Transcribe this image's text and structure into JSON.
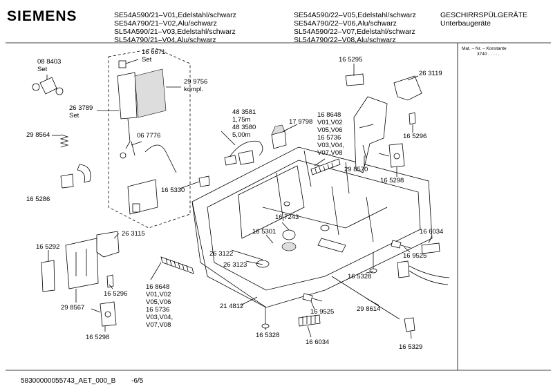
{
  "header": {
    "logo": "SIEMENS",
    "models_left": [
      "SE54A590/21–V01,Edelstahl/schwarz",
      "SE54A790/21–V02,Alu/schwarz",
      "SL54A590/21–V03,Edelstahl/schwarz",
      "SL54A790/21–V04,Alu/schwarz"
    ],
    "models_right": [
      "SE54A590/22–V05,Edelstahl/schwarz",
      "SE54A790/22–V06,Alu/schwarz",
      "SL54A590/22–V07,Edelstahl/schwarz",
      "SL54A790/22–V08,Alu/schwarz"
    ],
    "category": [
      "GESCHIRRSPÜLGERÄTE",
      "Unterbaugeräte"
    ]
  },
  "sidebar": {
    "line1": "Mat. – Nr. – Konstante",
    "line2": "3740  .   .   .   .   ."
  },
  "labels": [
    {
      "id": "p088403",
      "lines": [
        "08 8403",
        "Set"
      ]
    },
    {
      "id": "p166671",
      "lines": [
        "16 6671",
        "Set"
      ]
    },
    {
      "id": "p299756",
      "lines": [
        "29 9756",
        "kompl."
      ]
    },
    {
      "id": "p263789",
      "lines": [
        "26 3789",
        "Set"
      ]
    },
    {
      "id": "p067776",
      "lines": [
        "06 7776"
      ]
    },
    {
      "id": "p298564",
      "lines": [
        "29 8564"
      ]
    },
    {
      "id": "p165286",
      "lines": [
        "16 5286"
      ]
    },
    {
      "id": "p483581",
      "lines": [
        "48 3581",
        "1,75m",
        "48 3580",
        "5,00m"
      ]
    },
    {
      "id": "p179798",
      "lines": [
        "17 9798"
      ]
    },
    {
      "id": "p165330",
      "lines": [
        "16 5330"
      ]
    },
    {
      "id": "p165295",
      "lines": [
        "16 5295"
      ]
    },
    {
      "id": "p263119",
      "lines": [
        "26 3119"
      ]
    },
    {
      "id": "p168648a",
      "lines": [
        "16 8648",
        "V01,V02",
        "V05,V06",
        "16 5736",
        "V03,V04,",
        "V07,V08"
      ]
    },
    {
      "id": "p165296a",
      "lines": [
        "16 5296"
      ]
    },
    {
      "id": "p298570",
      "lines": [
        "29 8570"
      ]
    },
    {
      "id": "p165298a",
      "lines": [
        "16 5298"
      ]
    },
    {
      "id": "p167243",
      "lines": [
        "16 7243"
      ]
    },
    {
      "id": "p165301",
      "lines": [
        "16 5301"
      ]
    },
    {
      "id": "p263122",
      "lines": [
        "26 3122"
      ]
    },
    {
      "id": "p263123",
      "lines": [
        "26 3123"
      ]
    },
    {
      "id": "p165292",
      "lines": [
        "16 5292"
      ]
    },
    {
      "id": "p263115",
      "lines": [
        "26 3115"
      ]
    },
    {
      "id": "p165296b",
      "lines": [
        "16 5296"
      ]
    },
    {
      "id": "p298567",
      "lines": [
        "29 8567"
      ]
    },
    {
      "id": "p165298b",
      "lines": [
        "16 5298"
      ]
    },
    {
      "id": "p168648b",
      "lines": [
        "16 8648",
        "V01,V02",
        "V05,V06",
        "16 5736",
        "V03,V04,",
        "V07,V08"
      ]
    },
    {
      "id": "p214812",
      "lines": [
        "21 4812"
      ]
    },
    {
      "id": "p165328a",
      "lines": [
        "16 5328"
      ]
    },
    {
      "id": "p169525a",
      "lines": [
        "16 9525"
      ]
    },
    {
      "id": "p166034a",
      "lines": [
        "16 6034"
      ]
    },
    {
      "id": "p298614",
      "lines": [
        "29 8614"
      ]
    },
    {
      "id": "p165329",
      "lines": [
        "16 5329"
      ]
    },
    {
      "id": "p166034b",
      "lines": [
        "16 6034"
      ]
    },
    {
      "id": "p169525b",
      "lines": [
        "16 9525"
      ]
    },
    {
      "id": "p165328b",
      "lines": [
        "16 5328"
      ]
    }
  ],
  "footer": {
    "doc": "58300000055743_AET_000_B",
    "page": "-6/5"
  }
}
